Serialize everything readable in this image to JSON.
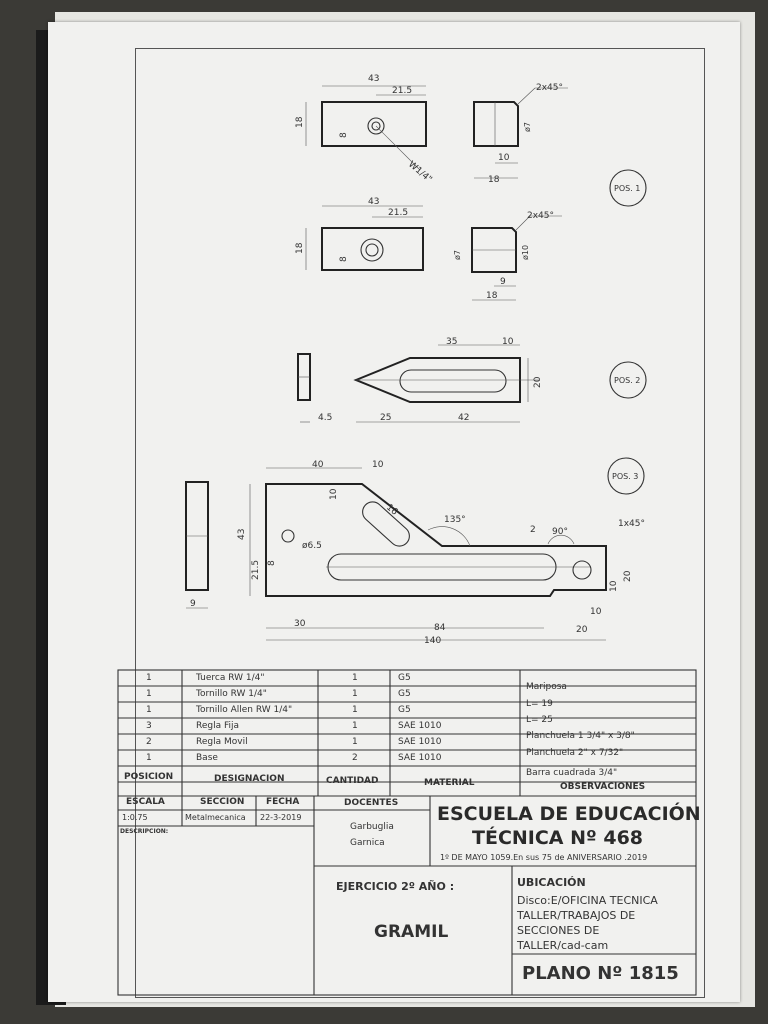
{
  "parts": [
    {
      "pos": "1",
      "name": "Tuerca RW 1/4\"",
      "qty": "1",
      "mat": "G5",
      "obs": "Mariposa"
    },
    {
      "pos": "1",
      "name": "Tornillo RW 1/4\"",
      "qty": "1",
      "mat": "G5",
      "obs": "L= 19"
    },
    {
      "pos": "1",
      "name": "Tornillo Allen RW 1/4\"",
      "qty": "1",
      "mat": "G5",
      "obs": "L= 25"
    },
    {
      "pos": "3",
      "name": "Regla Fija",
      "qty": "1",
      "mat": "SAE 1010",
      "obs": "Planchuela 1 3/4\" x 3/8\""
    },
    {
      "pos": "2",
      "name": "Regla Movil",
      "qty": "1",
      "mat": "SAE 1010",
      "obs": "Planchuela 2\" x 7/32\""
    },
    {
      "pos": "1",
      "name": "Base",
      "qty": "2",
      "mat": "SAE 1010",
      "obs": "Barra cuadrada 3/4\""
    }
  ],
  "headers": {
    "posicion": "POSICION",
    "designacion": "DESIGNACION",
    "cantidad": "CANTIDAD",
    "material": "MATERIAL",
    "observaciones": "OBSERVACIONES"
  },
  "info": {
    "escala_label": "ESCALA",
    "seccion_label": "SECCION",
    "fecha_label": "FECHA",
    "docentes_label": "DOCENTES",
    "escala": "1:0.75",
    "seccion": "Metalmecanica",
    "fecha": "22-3-2019",
    "docente1": "Garbuglia",
    "docente2": "Garnica",
    "descripcion_label": "DESCRIPCION:"
  },
  "school": {
    "line1": "ESCUELA DE EDUCACIÓN",
    "line2": "TÉCNICA Nº 468",
    "sub": "1º DE MAYO 1059.En sus 75 de ANIVERSARIO .2019"
  },
  "ejercicio": "EJERCICIO 2º AÑO :",
  "titulo": "GRAMIL",
  "ubicacion": {
    "label": "UBICACIÓN",
    "line1": "Disco:E/OFICINA TECNICA",
    "line2": "TALLER/TRABAJOS DE",
    "line3": "SECCIONES DE",
    "line4": "TALLER/cad-cam"
  },
  "plano": "PLANO Nº 1815",
  "pos_labels": {
    "p1": "POS. 1",
    "p2": "POS. 2",
    "p3": "POS. 3"
  },
  "dims": {
    "d43": "43",
    "d215": "21.5",
    "d18": "18",
    "d8": "8",
    "w14": "W1/4\"",
    "c245": "2x45°",
    "d7": "ø7",
    "d10": "10",
    "d10b": "ø10",
    "d9": "9",
    "d35": "35",
    "d20": "20",
    "d45": "4.5",
    "d25": "25",
    "d42": "42",
    "d40": "40",
    "d16": "16",
    "d135": "135°",
    "d2": "2",
    "d90": "90°",
    "c145": "1x45°",
    "d65": "ø6.5",
    "d30": "30",
    "d84": "84",
    "d140": "140"
  }
}
